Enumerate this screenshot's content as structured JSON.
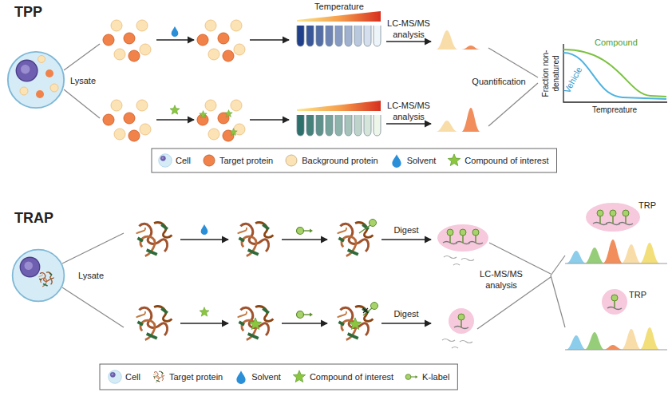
{
  "diagram": {
    "labels": [
      "TPP",
      "Lysate",
      "Temperature",
      "LC-MS/MS analysis",
      "LC-MS/MS analysis",
      "Quantification",
      "Fraction non-denatured",
      "Compound",
      "Vehicle",
      "Tempreature",
      "TRAP",
      "Lysate",
      "Digest",
      "Digest",
      "LC-MS/MS analysis",
      "TRP",
      "TRP"
    ],
    "legend": [
      {
        "text": "Cell"
      },
      {
        "text": "Target protein",
        "color": "#f0824a"
      },
      {
        "text": "Background protein",
        "color": "#fbe3b6"
      },
      {
        "text": "Solvent"
      },
      {
        "text": "Compound of interest"
      },
      {
        "text": "Cell"
      },
      {
        "text": "Target protein"
      },
      {
        "text": "Solvent"
      },
      {
        "text": "Compound of interest"
      },
      {
        "text": "K-label"
      }
    ]
  }
}
